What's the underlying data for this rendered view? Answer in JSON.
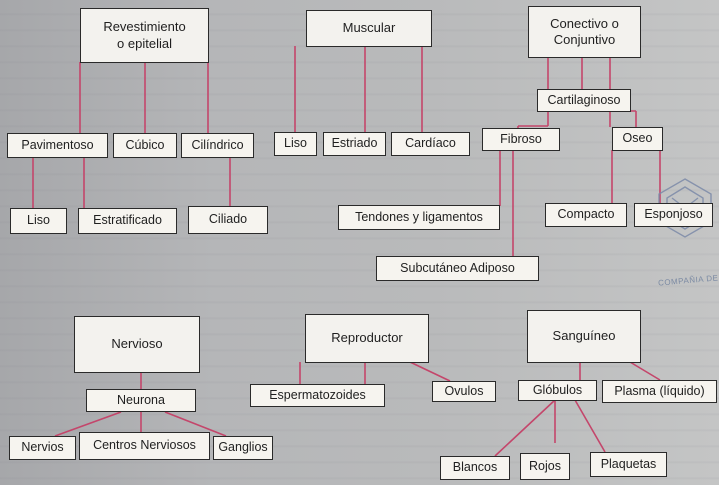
{
  "diagram": {
    "title_boxes": {
      "revestimiento": [
        "Revestimiento",
        "o epitelial"
      ],
      "muscular": "Muscular",
      "conectivo": [
        "Conectivo o",
        "Conjuntivo"
      ],
      "nervioso": "Nervioso",
      "reproductor": "Reproductor",
      "sanguineo": "Sanguíneo"
    },
    "nodes": {
      "pavimentoso": "Pavimentoso",
      "cubico": "Cúbico",
      "cilindrico": "Cilíndrico",
      "liso_epitelial": "Liso",
      "estratificado": "Estratificado",
      "ciliado": "Ciliado",
      "liso_muscular": "Liso",
      "estriado": "Estriado",
      "cardiaco": "Cardíaco",
      "fibroso": "Fibroso",
      "cartilaginoso": "Cartilaginoso",
      "oseo": "Oseo",
      "tendones": "Tendones y ligamentos",
      "subcutaneo": "Subcutáneo Adiposo",
      "compacto": "Compacto",
      "esponjoso": "Esponjoso",
      "neurona": "Neurona",
      "nervios": "Nervios",
      "centros": "Centros Nerviosos",
      "ganglios": "Ganglios",
      "espermatozoides": "Espermatozoides",
      "ovulos": "Ovulos",
      "globulos": "Glóbulos",
      "plasma": "Plasma (líquido)",
      "blancos": "Blancos",
      "rojos": "Rojos",
      "plaquetas": "Plaquetas"
    },
    "stamp_text": "COMPAÑIA DE",
    "connector_color": "#c4466b",
    "box_border_color": "#2a2a2a"
  }
}
